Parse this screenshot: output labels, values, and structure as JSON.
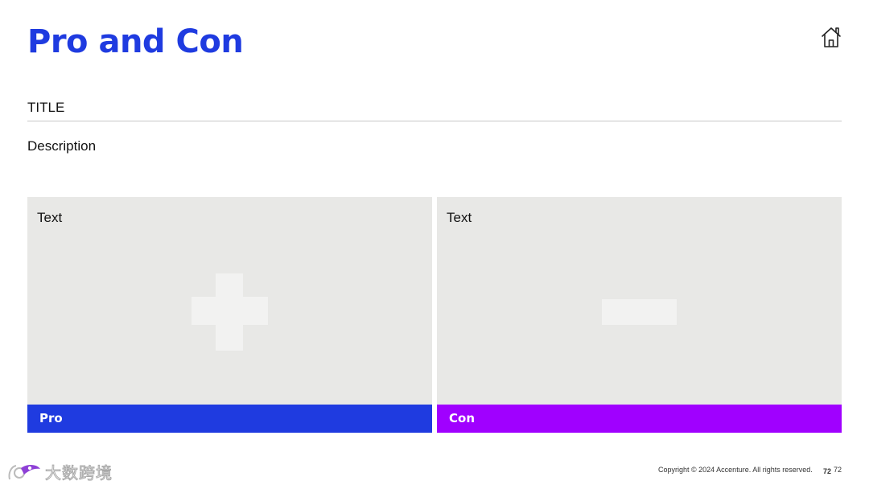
{
  "slide": {
    "title": "Pro and Con",
    "section_title": "TITLE",
    "description": "Description",
    "title_color": "#1f3be0"
  },
  "nav": {
    "home_icon": "home-icon"
  },
  "cards": [
    {
      "text": "Text",
      "symbol": "plus-icon",
      "footer_label": "Pro",
      "footer_color": "#1f3be0"
    },
    {
      "text": "Text",
      "symbol": "minus-icon",
      "footer_label": "Con",
      "footer_color": "#a000ff"
    }
  ],
  "footer": {
    "watermark": "大数跨境",
    "copyright": "Copyright © 2024 Accenture. All rights reserved.",
    "page_number_bold": "72",
    "page_number": "72"
  }
}
